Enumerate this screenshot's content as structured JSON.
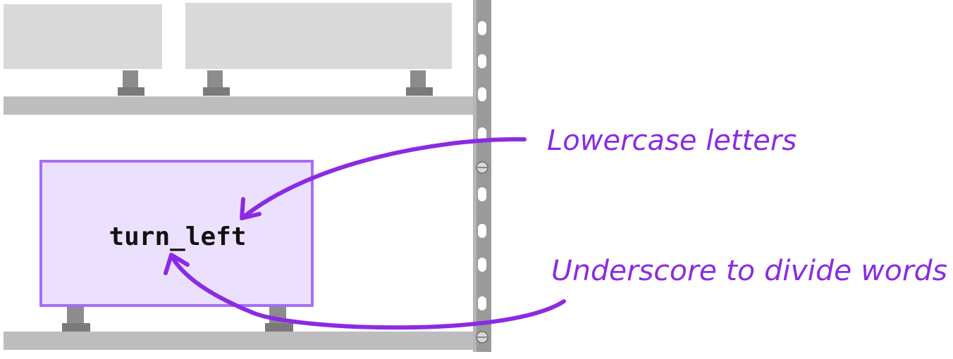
{
  "box": {
    "label": "turn_left"
  },
  "annotations": {
    "top": "Lowercase letters",
    "bottom": "Underscore to divide words"
  },
  "colors": {
    "accent": "#8a2be2",
    "box_fill": "#ece0ff",
    "box_stroke": "#a56ef5",
    "shelf": "#bdbdbd",
    "panel": "#d9d9d9",
    "leg": "#8c8c8c",
    "post": "#9a9a9a"
  }
}
